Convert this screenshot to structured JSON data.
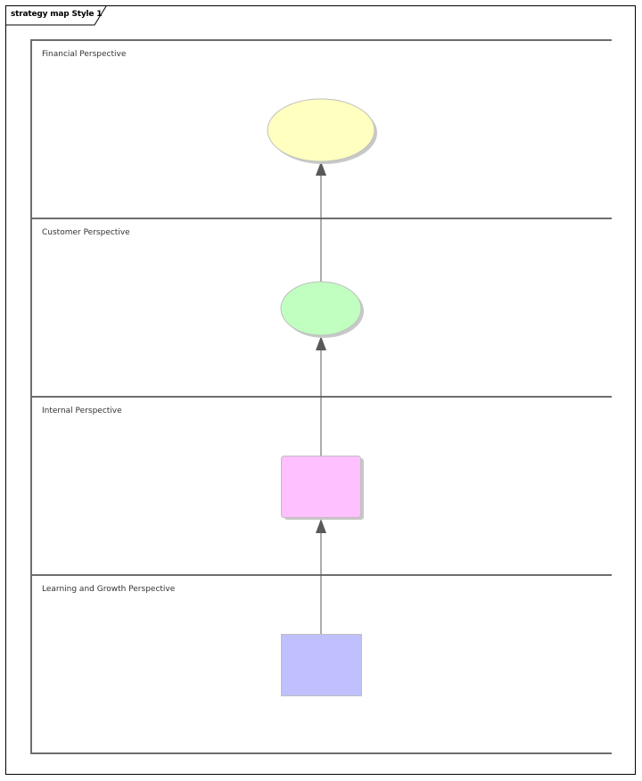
{
  "diagram": {
    "title": "strategy map Style 1",
    "lanes": [
      {
        "label": "Financial Perspective"
      },
      {
        "label": "Customer Perspective"
      },
      {
        "label": "Internal Perspective"
      },
      {
        "label": "Learning and Growth Perspective"
      }
    ],
    "elements": [
      {
        "id": "financial-objective",
        "shape": "ellipse",
        "fill": "#FFFFC0",
        "stroke": "#BFBFBF"
      },
      {
        "id": "customer-objective",
        "shape": "ellipse",
        "fill": "#C0FFC0",
        "stroke": "#BFBFBF"
      },
      {
        "id": "internal-objective",
        "shape": "rounded-rectangle",
        "fill": "#FFC0FF",
        "stroke": "#BFBFBF"
      },
      {
        "id": "learning-objective",
        "shape": "rectangle",
        "fill": "#C0C0FF",
        "stroke": "#BFBFBF"
      }
    ],
    "connectors": [
      {
        "from": "customer-objective",
        "to": "financial-objective",
        "color": "#595959"
      },
      {
        "from": "internal-objective",
        "to": "customer-objective",
        "color": "#595959"
      },
      {
        "from": "learning-objective",
        "to": "internal-objective",
        "color": "#595959"
      }
    ],
    "colors": {
      "frame_border": "#000000",
      "lane_border": "#6E6E6E",
      "shadow": "#C8C8C8"
    }
  }
}
